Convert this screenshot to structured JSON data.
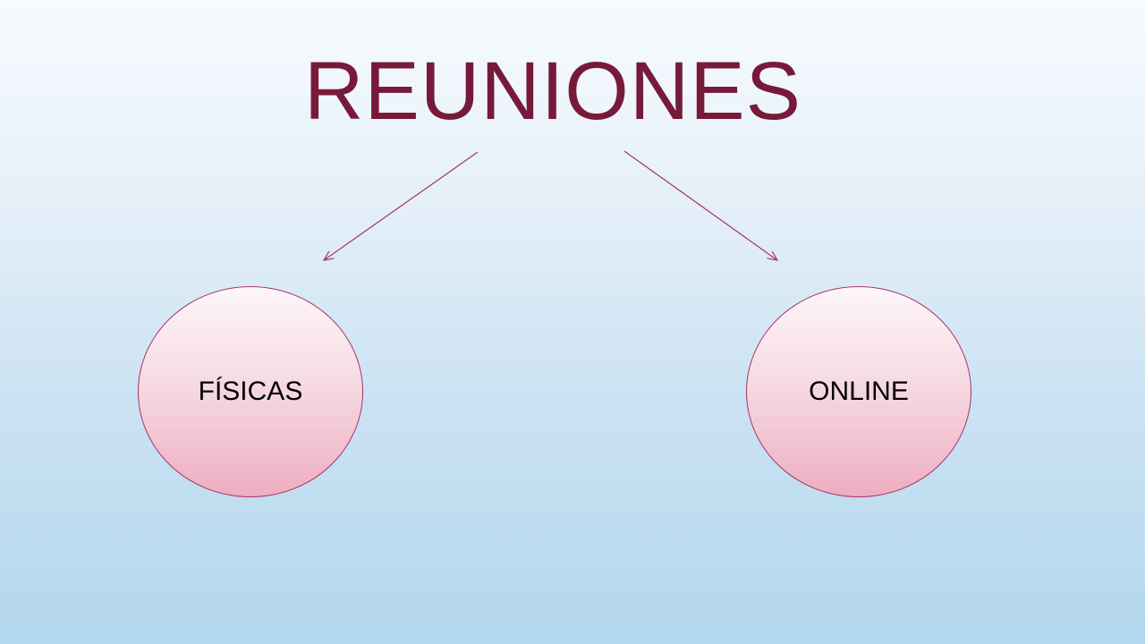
{
  "diagram": {
    "title": "REUNIONES",
    "nodes": [
      {
        "label": "FÍSICAS"
      },
      {
        "label": "ONLINE"
      }
    ],
    "colors": {
      "title": "#771a3a",
      "arrow": "#a8336a",
      "node_border": "#a8336a",
      "node_fill_top": "#fdf6f8",
      "node_fill_bottom": "#eeadc0"
    }
  }
}
